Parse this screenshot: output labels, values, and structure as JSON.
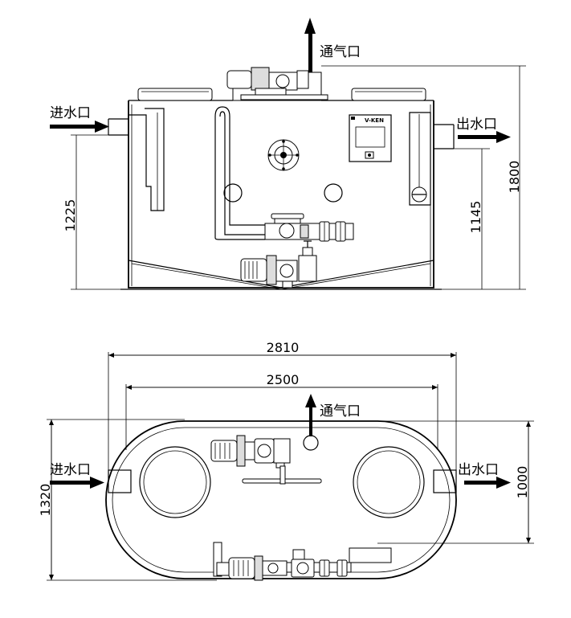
{
  "labels": {
    "vent": "通气口",
    "inlet": "进水口",
    "outlet": "出水口",
    "panel_brand": "V-KEN"
  },
  "front_view": {
    "dims": {
      "inlet_height": "1225",
      "outlet_height": "1145",
      "total_height": "1800"
    }
  },
  "top_view": {
    "dims": {
      "overall_length": "2810",
      "tank_length": "2500",
      "overall_depth": "1320",
      "tank_depth": "1000"
    }
  }
}
